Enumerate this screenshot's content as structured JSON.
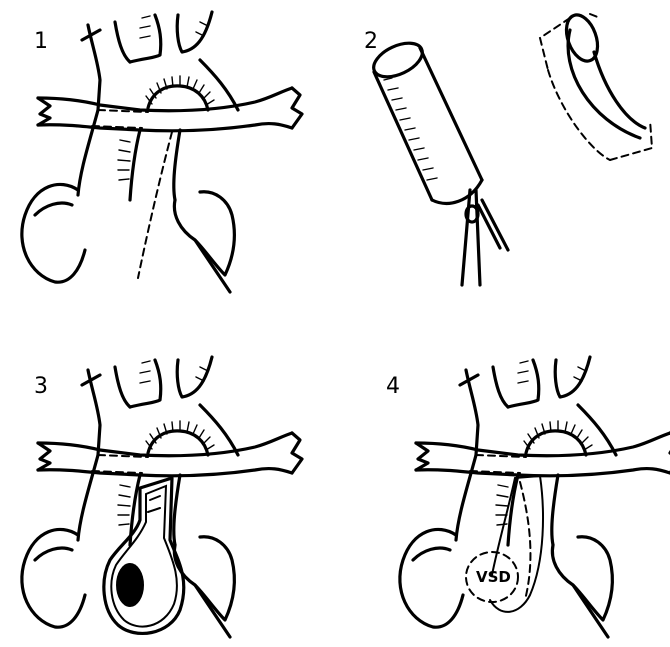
{
  "panels": [
    {
      "label": "1"
    },
    {
      "label": "2"
    },
    {
      "label": "3"
    },
    {
      "label": "4",
      "annotation": "VSD"
    }
  ]
}
